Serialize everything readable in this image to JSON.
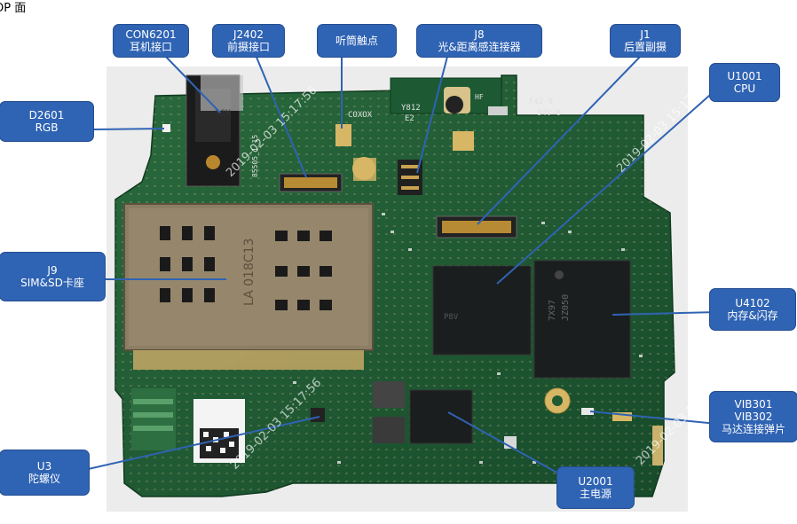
{
  "title": "OP 面",
  "watermark": "2019-02-03 15:17:56",
  "board_text": {
    "silk_8cx": "8CX",
    "silk_coxox": "COXOX",
    "silk_y812": "Y812",
    "silk_e2": "E2",
    "silk_f42": "F42-9",
    "silk_94v": "94V-0",
    "silk_hf": "HF",
    "silk_85505": "85505_1_15",
    "silk_la": "LA 018C13",
    "silk_chip1": "7X97",
    "silk_chip2": "JZ050",
    "silk_r": "P8V"
  },
  "labels": {
    "con6201": {
      "line1": "CON6201",
      "line2": "耳机接口"
    },
    "j2402": {
      "line1": "J2402",
      "line2": "前摄接口"
    },
    "receiver": {
      "line1": "听筒触点"
    },
    "j8": {
      "line1": "J8",
      "line2": "光&距离感连接器"
    },
    "j1": {
      "line1": "J1",
      "line2": "后置副摄"
    },
    "u1001": {
      "line1": "U1001",
      "line2": "CPU"
    },
    "d2601": {
      "line1": "D2601",
      "line2": "RGB"
    },
    "j9": {
      "line1": "J9",
      "line2": "SIM&SD卡座"
    },
    "u4102": {
      "line1": "U4102",
      "line2": "内存&闪存"
    },
    "vib": {
      "line1": "VIB301",
      "line2": "VIB302",
      "line3": "马达连接弹片"
    },
    "u3": {
      "line1": "U3",
      "line2": "陀螺仪"
    },
    "u2001": {
      "line1": "U2001",
      "line2": "主电源"
    }
  },
  "colors": {
    "callout": "#2f63b3",
    "pcb": "#1f5a33",
    "shield": "#8a7c60",
    "chip": "#1b1e1f"
  }
}
